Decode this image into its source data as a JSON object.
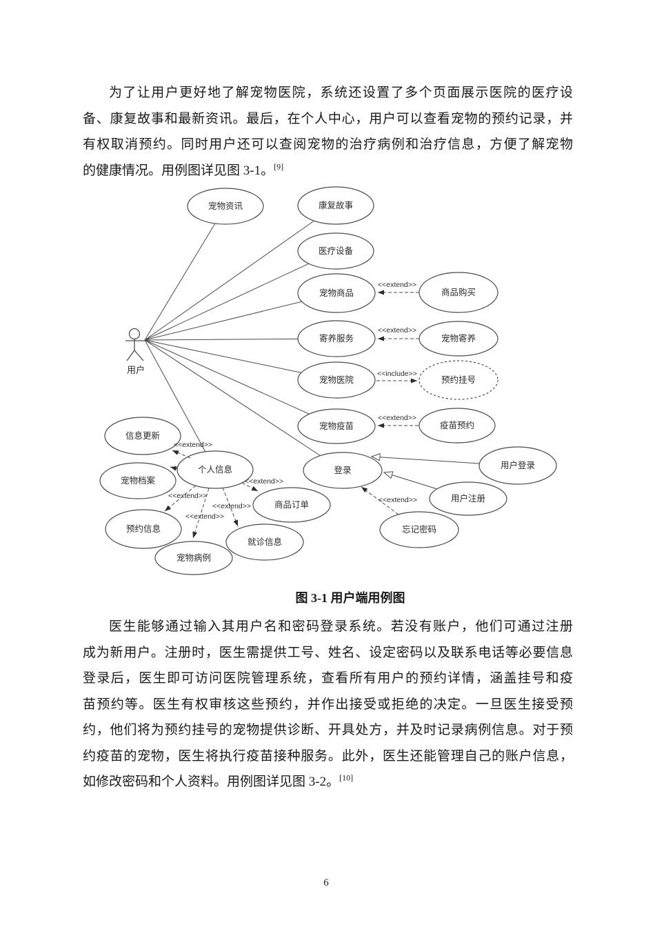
{
  "page_number": "6",
  "paragraph1": {
    "lines": [
      "为了让用户更好地了解宠物医院，系统还设置了多个页面展示医院的医疗设",
      "备、康复故事和最新资讯。最后，在个人中心，用户可以查看宠物的预约记录，并",
      "有权取消预约。同时用户还可以查阅宠物的治疗病例和治疗信息，方便了解宠物",
      "的健康情况。用例图详见图 3-1。"
    ],
    "ref": "[9]"
  },
  "figure_caption": "图 3-1 用户端用例图",
  "paragraph2": {
    "lines": [
      "医生能够通过输入其用户名和密码登录系统。若没有账户，他们可通过注册",
      "成为新用户。注册时，医生需提供工号、姓名、设定密码以及联系电话等必要信息",
      "登录后，医生即可访问医院管理系统，查看所有用户的预约详情，涵盖挂号和疫",
      "苗预约等。医生有权审核这些预约，并作出接受或拒绝的决定。一旦医生接受预",
      "约，他们将为预约挂号的宠物提供诊断、开具处方，并及时记录病例信息。对于预",
      "约疫苗的宠物，医生将执行疫苗接种服务。此外，医生还能管理自己的账户信息，",
      "如修改密码和个人资料。用例图详见图 3-2。"
    ],
    "ref": "[10]"
  },
  "diagram": {
    "actor": "用户",
    "extend_label": "<<extend>>",
    "include_label": "<<include>>",
    "nodes": {
      "pet_news": "宠物资讯",
      "recovery_story": "康复故事",
      "medical_equipment": "医疗设备",
      "pet_products": "宠物商品",
      "product_purchase": "商品购买",
      "boarding_service": "寄养服务",
      "pet_boarding": "宠物寄养",
      "pet_hospital": "宠物医院",
      "appointment_register": "预约挂号",
      "pet_vaccine": "宠物疫苗",
      "vaccine_appointment": "疫苗预约",
      "login": "登录",
      "user_login": "用户登录",
      "user_register": "用户注册",
      "forgot_password": "忘记密码",
      "info_update": "信息更新",
      "personal_info": "个人信息",
      "pet_archive": "宠物档案",
      "appointment_info": "预约信息",
      "pet_case": "宠物病例",
      "visit_info": "就诊信息",
      "product_order": "商品订单"
    }
  }
}
